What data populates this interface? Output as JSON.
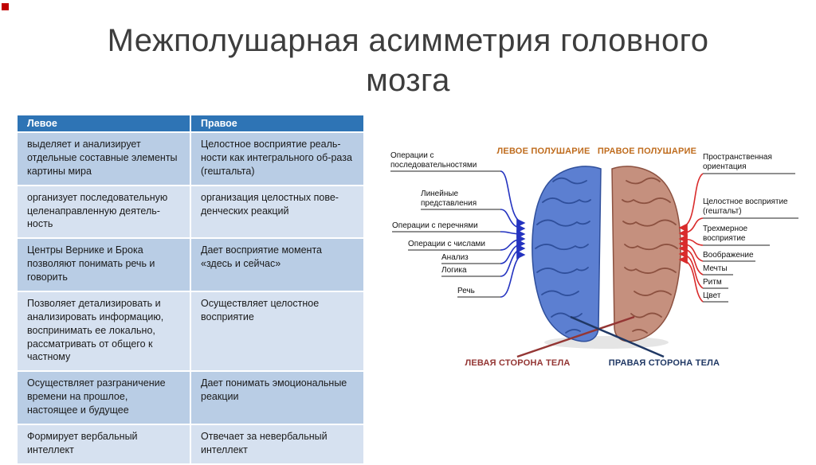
{
  "slide": {
    "title": "Межполушарная асимметрия головного мозга"
  },
  "table": {
    "headers": [
      "Левое",
      "Правое"
    ],
    "rows": [
      [
        "выделяет и анализирует отдельные составные элементы картины мира",
        "Целостное восприятие реаль-ности как интегрального об-раза (гештальта)"
      ],
      [
        "организует последовательную целенаправленную деятель-ность",
        "организация целостных пове-денческих реакций"
      ],
      [
        "Центры Вернике и Брока позволяют понимать речь и говорить",
        "Дает восприятие момента «здесь и сейчас»"
      ],
      [
        "Позволяет детализировать и анализировать информацию, воспринимать ее локально, рассматривать от общего к частному",
        "Осуществляет целостное восприятие"
      ],
      [
        "Осуществляет разграничение времени на прошлое, настоящее и будущее",
        "Дает понимать эмоциональные реакции"
      ],
      [
        "Формирует вербальный интеллект",
        "Отвечает за невербальный интеллект"
      ]
    ]
  },
  "diagram": {
    "left_hemisphere_title": "ЛЕВОЕ ПОЛУШАРИЕ",
    "right_hemisphere_title": "ПРАВОЕ ПОЛУШАРИЕ",
    "left_functions": [
      "Операции с последовательностями",
      "Линейные представления",
      "Операции с перечнями",
      "Операции с числами",
      "Анализ",
      "Логика",
      "Речь"
    ],
    "right_functions": [
      "Пространственная ориентация",
      "Целостное восприятие (гештальт)",
      "Трехмерное восприятие",
      "Воображение",
      "Мечты",
      "Ритм",
      "Цвет"
    ],
    "body_left_label": "ЛЕВАЯ СТОРОНА ТЕЛА",
    "body_right_label": "ПРАВАЯ СТОРОНА ТЕЛА"
  },
  "colors": {
    "table_header": "#2e74b5",
    "table_band_dark": "#b9cde5",
    "table_band_light": "#d6e1f0",
    "hemisphere_title": "#bf6c1e",
    "left_fan": "#2433c0",
    "right_fan": "#d92b2b",
    "body_left_label": "#943634",
    "body_right_label": "#203864",
    "left_hemisphere": "#5c7fd1",
    "right_hemisphere": "#c5907e",
    "corner_marker": "#c00000"
  }
}
